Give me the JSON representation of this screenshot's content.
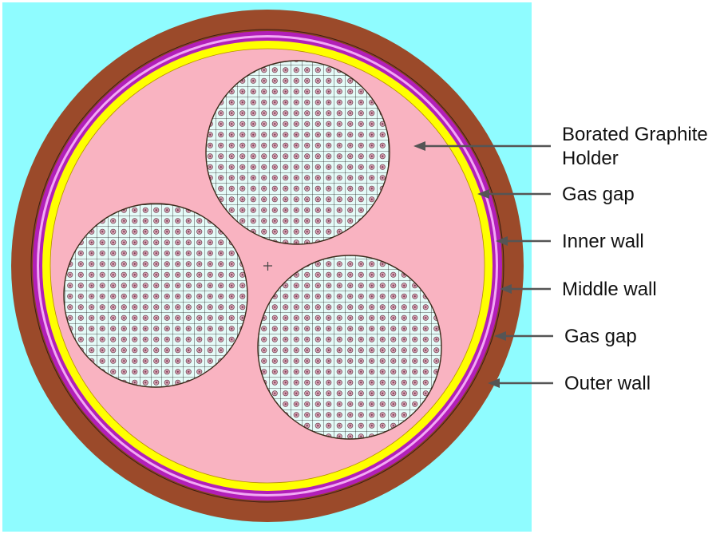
{
  "labels": {
    "holder": "Borated Graphite\nHolder",
    "gas_gap_inner": "Gas gap",
    "inner_wall": "Inner wall",
    "middle_wall": "Middle wall",
    "gas_gap_outer": "Gas gap",
    "outer_wall": "Outer wall"
  },
  "colors": {
    "background": "#8ffcff",
    "outer_wall": "#9b4a2a",
    "outer_gas_gap": "#8b4225",
    "middle_wall": "#b21fb8",
    "inner_wall": "#f2a9f5",
    "inner_gas_gap": "#ffff00",
    "holder": "#f9b3c1",
    "assembly_fill": "#e5fbf8",
    "fuel_pin": "#d2a0b0",
    "arrow": "#555555"
  }
}
